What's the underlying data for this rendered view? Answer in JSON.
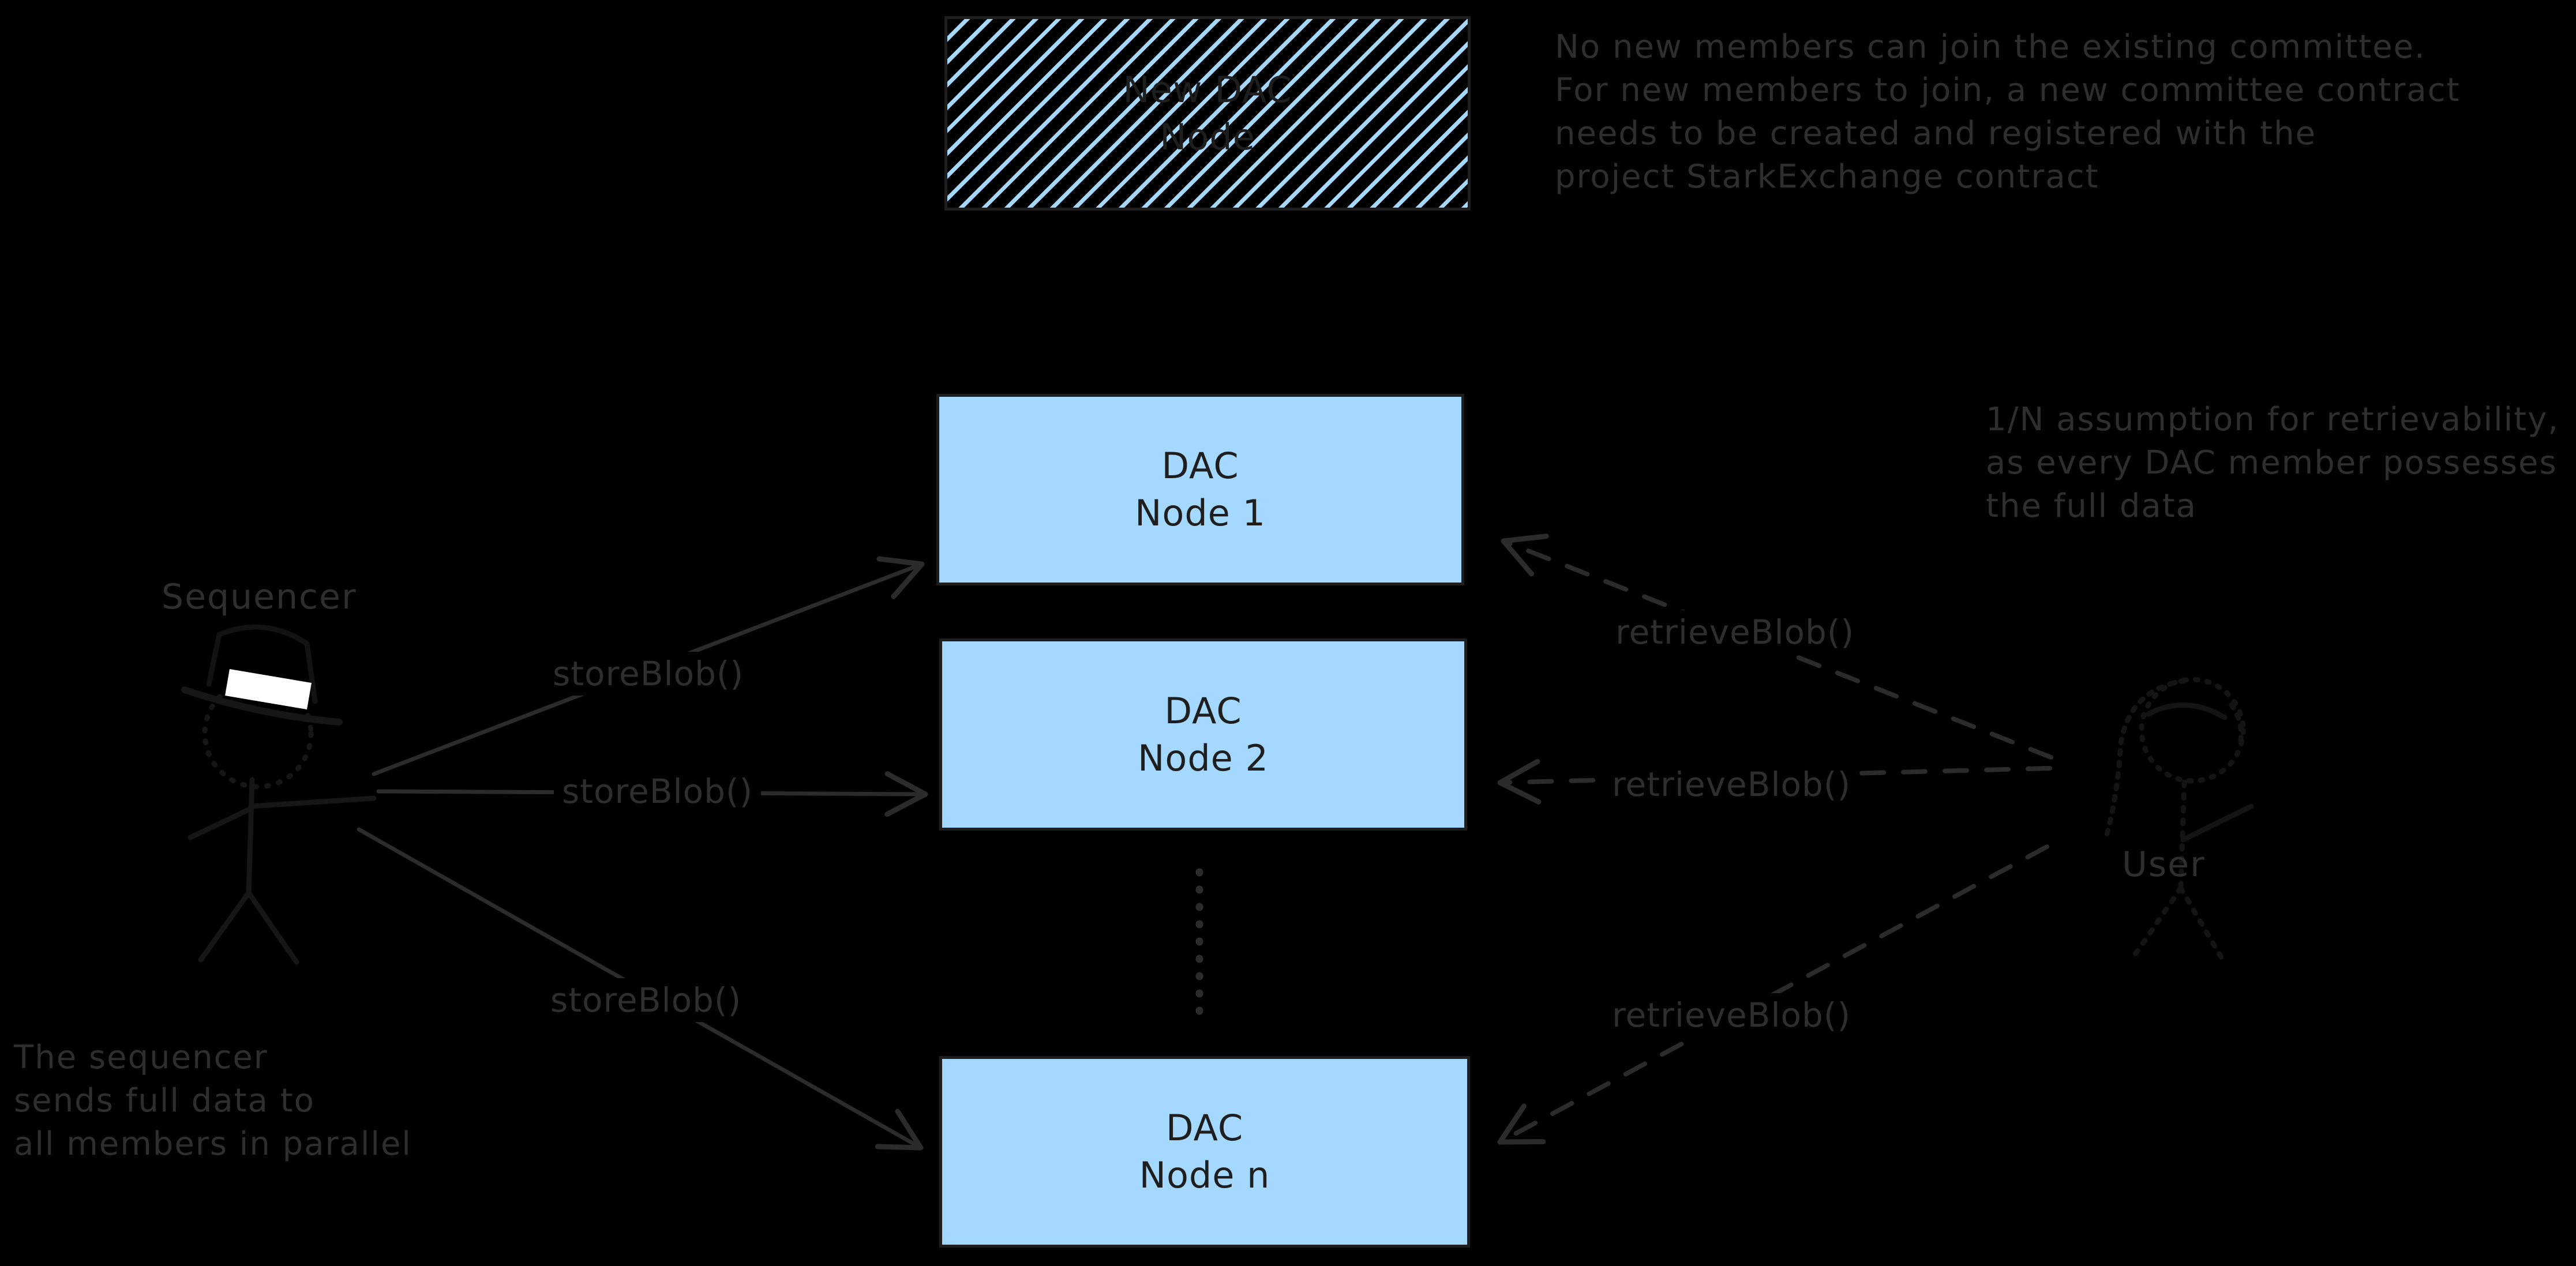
{
  "canvas": {
    "background": "#000000"
  },
  "colors": {
    "node_fill": "#a5d8ff",
    "node_border": "#1e1e1e",
    "annotation_ink": "#2e2e2e",
    "edge_ink": "#2b2b2b",
    "figure_ink": "#161616",
    "hat_band": "#ffffff"
  },
  "boxes": {
    "new_committee": {
      "line1": "New DAC",
      "line2": "Node"
    },
    "node1": {
      "line1": "DAC",
      "line2": "Node 1"
    },
    "node2": {
      "line1": "DAC",
      "line2": "Node 2"
    },
    "node_n": {
      "line1": "DAC",
      "line2": "Node n"
    }
  },
  "actors": {
    "sequencer": {
      "label": "Sequencer",
      "icon": "person-with-hat-icon"
    },
    "user": {
      "label": "User",
      "icon": "person-icon"
    }
  },
  "edges": {
    "store": [
      {
        "label": "storeBlob()"
      },
      {
        "label": "storeBlob()"
      },
      {
        "label": "storeBlob()"
      }
    ],
    "retrieve": [
      {
        "label": "retrieveBlob()"
      },
      {
        "label": "retrieveBlob()"
      },
      {
        "label": "retrieveBlob()"
      }
    ]
  },
  "annotations": {
    "committee_note": {
      "lines": [
        "No new members can join the existing committee.",
        "For new members to join, a new committee contract",
        "needs to be created and registered with the",
        "project StarkExchange contract"
      ]
    },
    "retrievability_note": {
      "lines": [
        "1/N assumption for retrievability,",
        "as every DAC member possesses",
        "the full data"
      ]
    },
    "sequencer_note": {
      "lines": [
        "The sequencer",
        "sends full data to",
        "all members in parallel"
      ]
    }
  }
}
